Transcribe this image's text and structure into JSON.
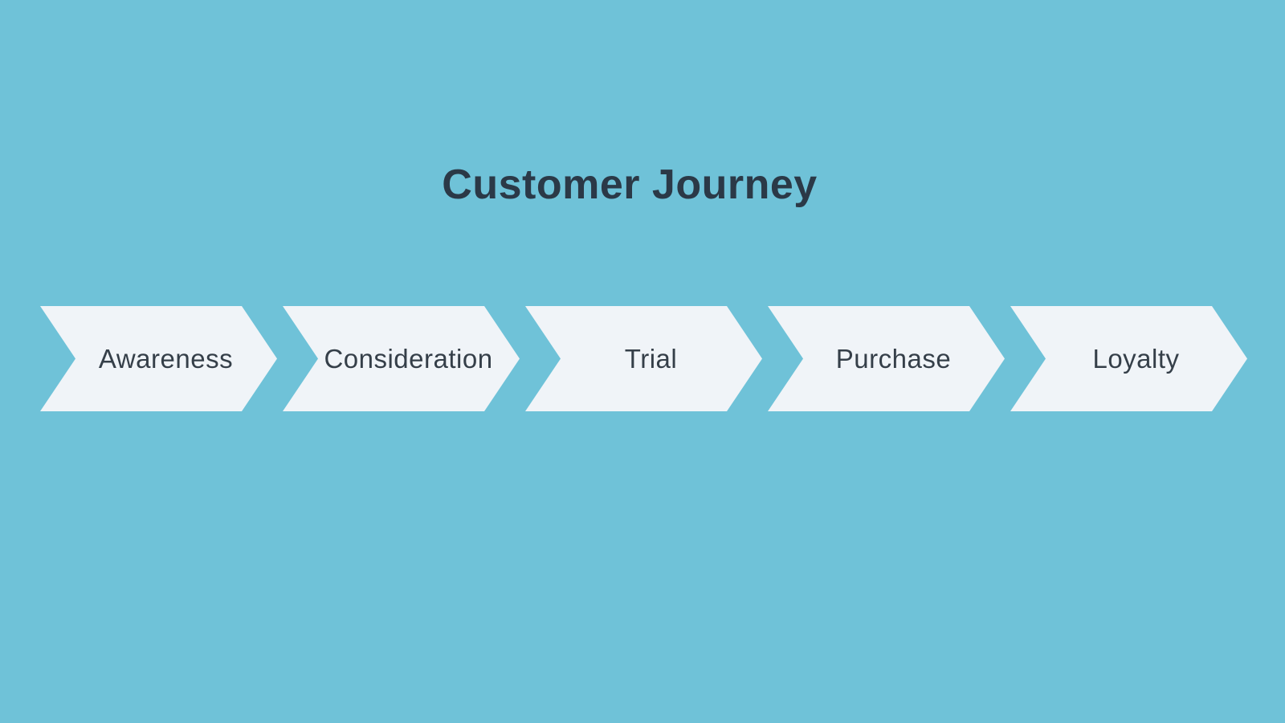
{
  "title": "Customer Journey",
  "colors": {
    "background": "#6fc2d8",
    "chevron_fill": "#f0f4f8",
    "title_text": "#2b3947",
    "stage_text": "#353f49"
  },
  "stages": [
    {
      "label": "Awareness"
    },
    {
      "label": "Consideration"
    },
    {
      "label": "Trial"
    },
    {
      "label": "Purchase"
    },
    {
      "label": "Loyalty"
    }
  ]
}
